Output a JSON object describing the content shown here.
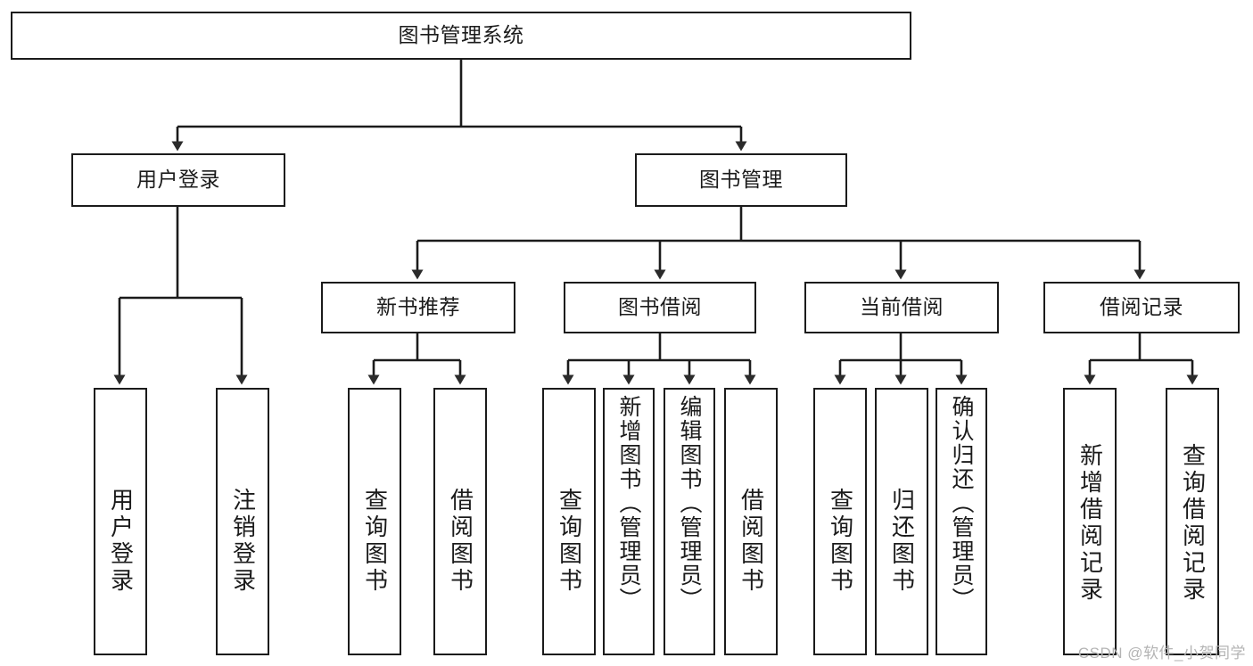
{
  "diagram": {
    "title": "图书管理系统",
    "type": "hierarchy-tree",
    "root": {
      "id": "root",
      "label": "图书管理系统"
    },
    "level2": [
      {
        "id": "user-login",
        "label": "用户登录"
      },
      {
        "id": "book-manage",
        "label": "图书管理"
      }
    ],
    "level3": [
      {
        "id": "new-book-rec",
        "label": "新书推荐",
        "parent": "book-manage"
      },
      {
        "id": "book-borrow",
        "label": "图书借阅",
        "parent": "book-manage"
      },
      {
        "id": "current-borrow",
        "label": "当前借阅",
        "parent": "book-manage"
      },
      {
        "id": "borrow-record",
        "label": "借阅记录",
        "parent": "book-manage"
      }
    ],
    "leaves": [
      {
        "id": "leaf-user-login",
        "label": "用户登录",
        "parent": "user-login"
      },
      {
        "id": "leaf-user-logout",
        "label": "注销登录",
        "parent": "user-login"
      },
      {
        "id": "leaf-query-book-1",
        "label": "查询图书",
        "parent": "new-book-rec"
      },
      {
        "id": "leaf-borrow-book-1",
        "label": "借阅图书",
        "parent": "new-book-rec"
      },
      {
        "id": "leaf-query-book-2",
        "label": "查询图书",
        "parent": "book-borrow"
      },
      {
        "id": "leaf-add-book",
        "label": "新增图书（管理员）",
        "parent": "book-borrow"
      },
      {
        "id": "leaf-edit-book",
        "label": "编辑图书（管理员）",
        "parent": "book-borrow"
      },
      {
        "id": "leaf-borrow-book-2",
        "label": "借阅图书",
        "parent": "book-borrow"
      },
      {
        "id": "leaf-query-book-3",
        "label": "查询图书",
        "parent": "current-borrow"
      },
      {
        "id": "leaf-return-book",
        "label": "归还图书",
        "parent": "current-borrow"
      },
      {
        "id": "leaf-confirm-return",
        "label": "确认归还（管理员）",
        "parent": "current-borrow"
      },
      {
        "id": "leaf-add-record",
        "label": "新增借阅记录",
        "parent": "borrow-record"
      },
      {
        "id": "leaf-query-record",
        "label": "查询借阅记录",
        "parent": "borrow-record"
      }
    ]
  },
  "watermark": {
    "text": "CSDN @软件_小贺同学"
  },
  "colors": {
    "stroke": "#1b1b1b",
    "background": "#ffffff",
    "watermark": "#b4b4b4"
  }
}
